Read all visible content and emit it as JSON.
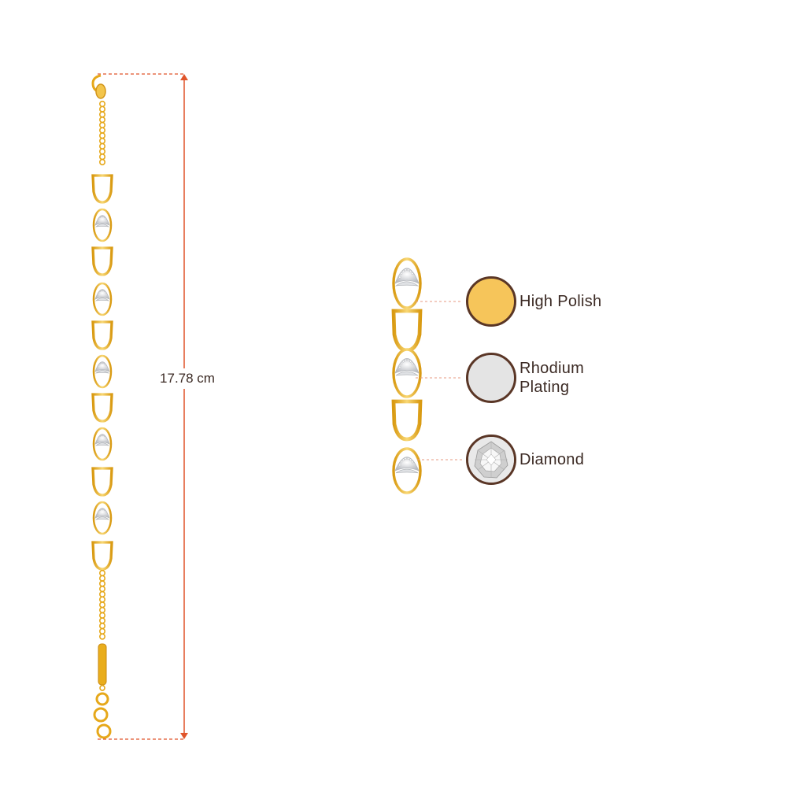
{
  "measurement": {
    "length_label": "17.78 cm",
    "color": "#e0542a"
  },
  "legend": {
    "items": [
      {
        "id": "high-polish",
        "lines": [
          "High Polish",
          ""
        ],
        "swatch_color": "#f6c55a",
        "icon": "gold-swatch-icon"
      },
      {
        "id": "rhodium-plating",
        "lines": [
          "Rhodium",
          "Plating"
        ],
        "swatch_color": "#e4e4e4",
        "icon": "rhodium-swatch-icon"
      },
      {
        "id": "diamond",
        "lines": [
          "Diamond",
          ""
        ],
        "swatch_color": "#f2f2f2",
        "icon": "diamond-swatch-icon"
      }
    ]
  },
  "colors": {
    "gold": "#e9ad1c",
    "gold_light": "#f8d774",
    "rhodium": "#d7d9dc",
    "text": "#3b2a24",
    "swatch_border": "#5a3626"
  }
}
